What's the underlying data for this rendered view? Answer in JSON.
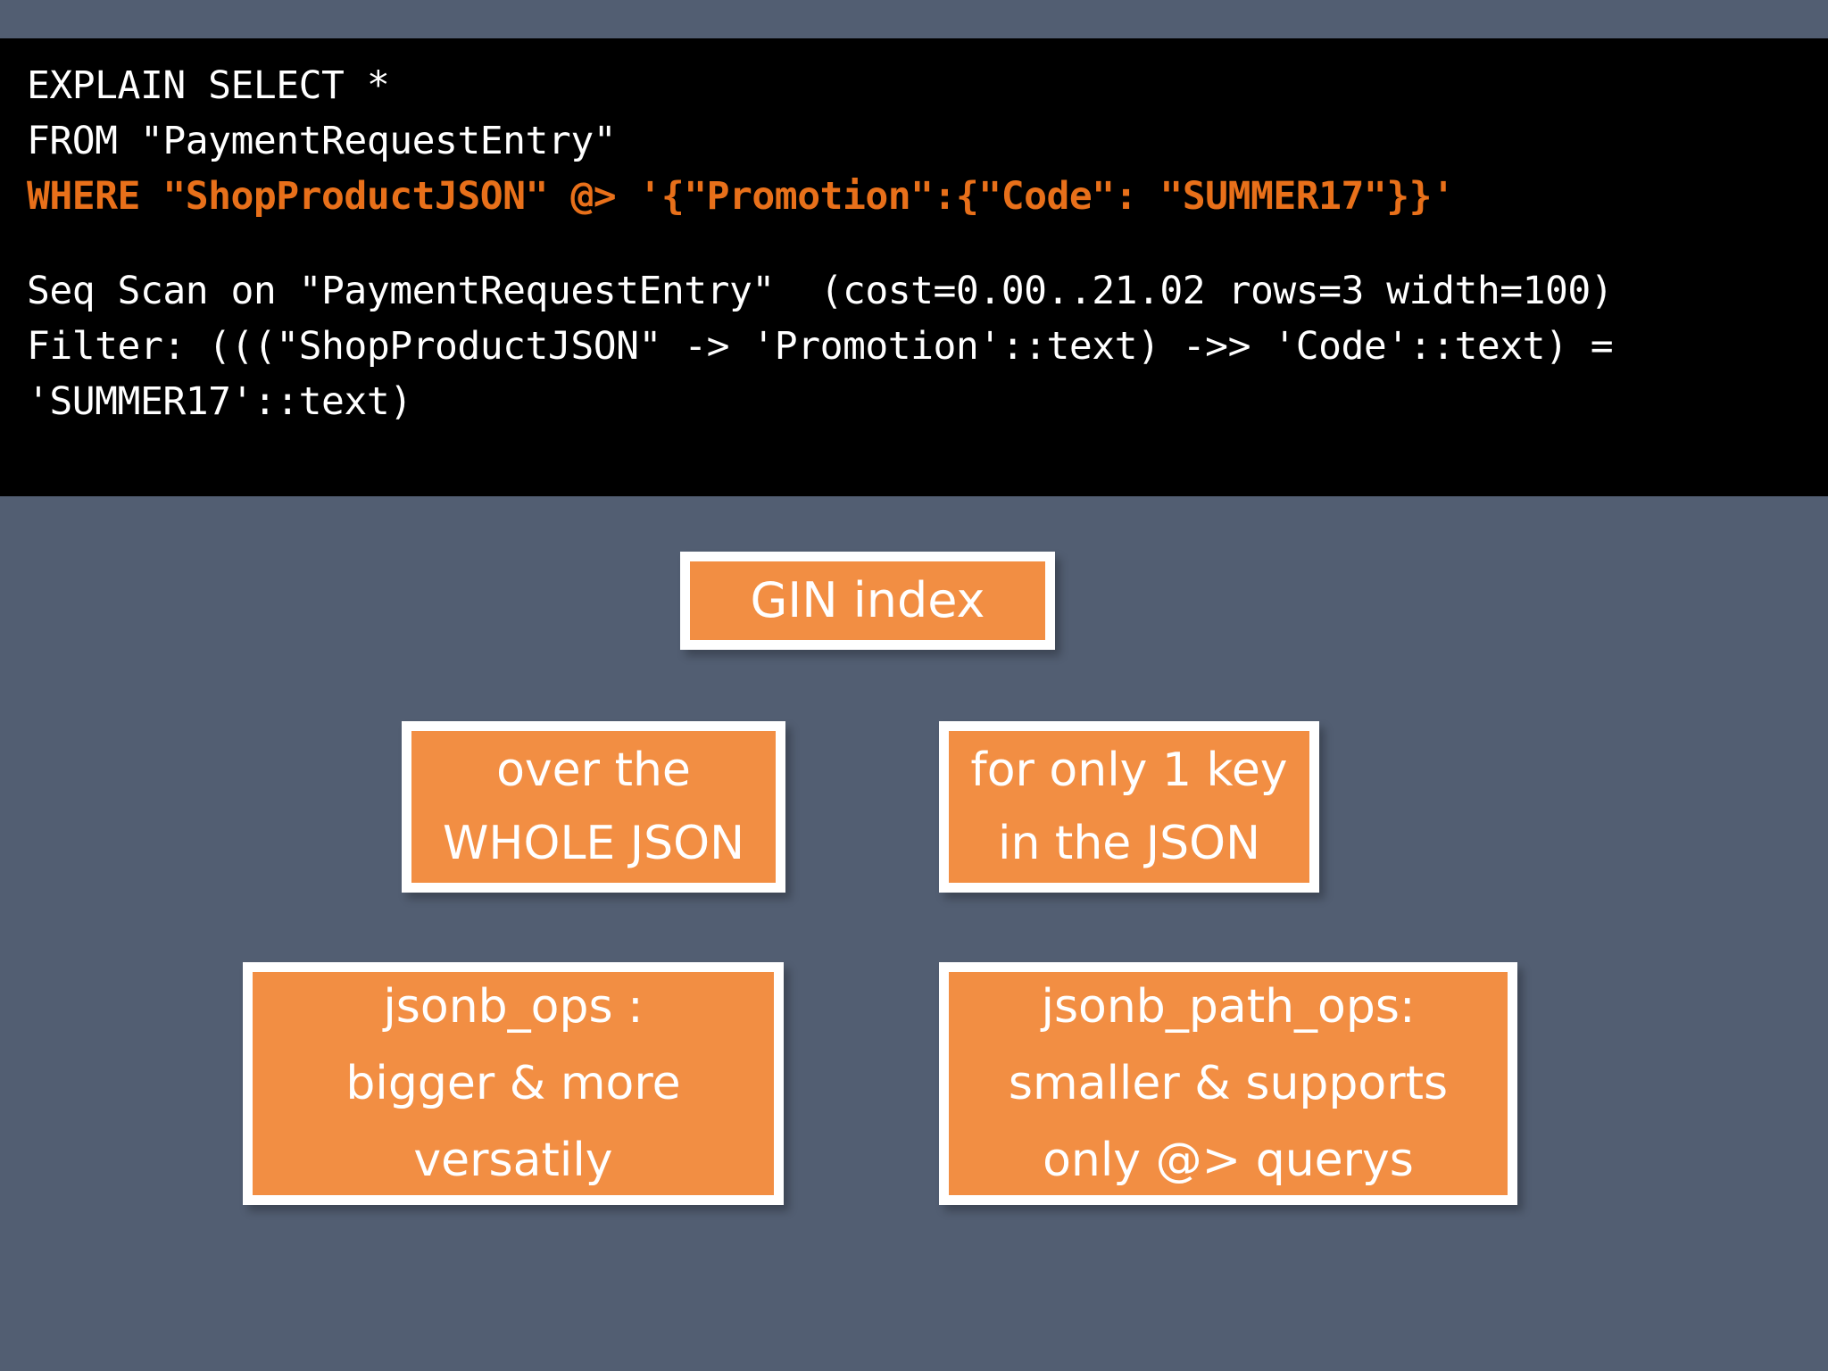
{
  "slide": {
    "background_color": "#525e72",
    "accent_color": "#f28e43",
    "code_accent_color": "#e8701a",
    "code_background_color": "#000000",
    "box_border_color": "#ffffff"
  },
  "code_panel": {
    "lines": [
      {
        "text": "EXPLAIN SELECT *",
        "style": "plain"
      },
      {
        "text": "FROM \"PaymentRequestEntry\"",
        "style": "plain"
      },
      {
        "text": "WHERE \"ShopProductJSON\" @> '{\"Promotion\":{\"Code\": \"SUMMER17\"}}'",
        "style": "accent"
      },
      {
        "text": "",
        "style": "blank"
      },
      {
        "text": "Seq Scan on \"PaymentRequestEntry\"  (cost=0.00..21.02 rows=3 width=100)",
        "style": "plain"
      },
      {
        "text": "Filter: (((\"ShopProductJSON\" -> 'Promotion'::text) ->> 'Code'::text) =",
        "style": "plain"
      },
      {
        "text": "'SUMMER17'::text)",
        "style": "plain"
      }
    ],
    "line_1": "EXPLAIN SELECT *",
    "line_2": "FROM \"PaymentRequestEntry\"",
    "line_3": "WHERE \"ShopProductJSON\" @> '{\"Promotion\":{\"Code\": \"SUMMER17\"}}'",
    "line_4": "Seq Scan on \"PaymentRequestEntry\"  (cost=0.00..21.02 rows=3 width=100)",
    "line_5": "Filter: (((\"ShopProductJSON\" -> 'Promotion'::text) ->> 'Code'::text) =",
    "line_6": "'SUMMER17'::text)"
  },
  "diagram": {
    "root": {
      "label": "GIN index"
    },
    "branches": [
      {
        "name": "whole-json",
        "line_1": "over the",
        "line_2": "WHOLE JSON"
      },
      {
        "name": "one-key",
        "line_1": "for only 1 key",
        "line_2": "in the JSON"
      }
    ],
    "details": [
      {
        "name": "jsonb-ops",
        "line_1": "jsonb_ops :",
        "line_2": "bigger & more",
        "line_3": "versatily"
      },
      {
        "name": "jsonb-path-ops",
        "line_1": "jsonb_path_ops:",
        "line_2": "smaller & supports",
        "line_3": "only @> querys"
      }
    ]
  }
}
